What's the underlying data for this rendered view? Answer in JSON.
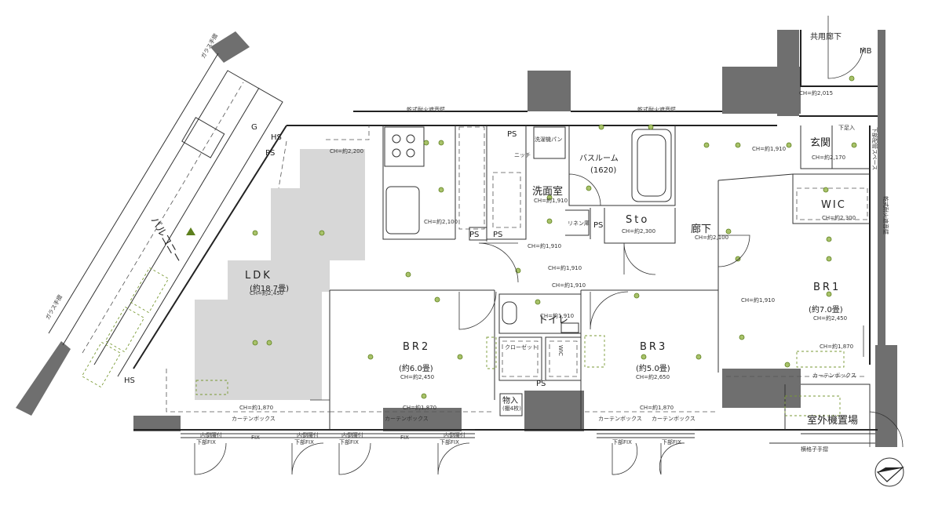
{
  "labels": {
    "dry_wall_1": "乾式耐火遮音壁",
    "dry_wall_2": "乾式耐火遮音壁",
    "dry_wall_right": "乾式耐火遮音壁",
    "common_corridor": "共用廊下",
    "mb": "MB",
    "ps": "PS",
    "hs": "HS",
    "g": "G",
    "bathroom": "バスルーム",
    "bathroom_size": "(1620)",
    "sto": "Sto",
    "washroom": "洗面室",
    "linen": "リネン庫",
    "corridor": "廊下",
    "entrance": "玄関",
    "wic": "WIC",
    "wic2": "WIC",
    "ldk": "LDK",
    "ldk_size": "(約18.7畳)",
    "br1": "BR1",
    "br1_size": "(約7.0畳)",
    "br2": "BR2",
    "br2_size": "(約6.0畳)",
    "br3": "BR3",
    "br3_size": "(約5.0畳)",
    "toilet": "トイレ",
    "closet": "クローゼット",
    "storage": "物入",
    "storage_note": "(棚4枚)",
    "outdoor_unit": "室外機置場",
    "balcony": "バルコニー",
    "curtain_box": "カーテンボックス",
    "fix": "FIX",
    "lower_fix": "下部FIX",
    "upper_fix": "内倒腰付",
    "lattice": "横格子手摺",
    "glass_rail": "ガラス手摺",
    "pipe_space": "下部配管スペース",
    "shoe_box": "下足入",
    "washer_pan": "洗濯機パン",
    "niche": "ニッチ",
    "ch_1910": "CH=約1,910",
    "ch_2100": "CH=約2,100",
    "ch_2300": "CH=約2,300",
    "ch_2450": "CH=約2,450",
    "ch_2650": "CH=約2,650",
    "ch_1870": "CH=約1,870",
    "ch_2200": "CH=約2,200",
    "ch_2015": "CH=約2,015",
    "ch_2170": "CH=約2,170"
  },
  "colors": {
    "wall": "#6f6f6f",
    "ceiling_zone": "#d7d7d7",
    "fixture": "#5d7f1d"
  }
}
